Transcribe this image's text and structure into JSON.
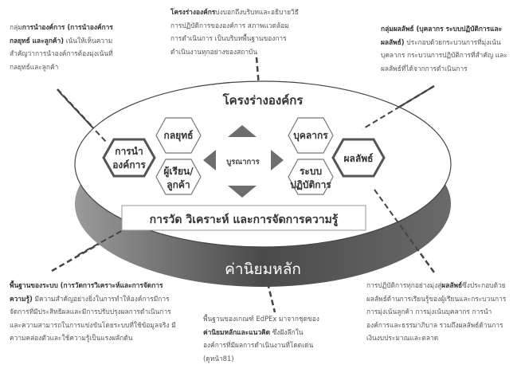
{
  "diagram": {
    "title": "โครงร่างองค์กร",
    "center_label": "บูรณาการ",
    "hexagons": {
      "leadership": [
        "การนำ",
        "องค์การ"
      ],
      "strategy": "กลยุทธ์",
      "customers": [
        "ผู้เรียน/",
        "ลูกค้า"
      ],
      "workforce": "บุคลากร",
      "operations": [
        "ระบบ",
        "ปฏิบัติการ"
      ],
      "results": "ผลลัพธ์"
    },
    "foundation_box": "การวัด วิเคราะห์ และการจัดการความรู้",
    "base_label": "ค่านิยมหลัก"
  },
  "notes": {
    "top_left": {
      "lead": "กลุ่ม",
      "bold": "การนำองค์การ (การนำองค์การ กลยุทธ์ และลูกค้า)",
      "text": " เน้นให้เห็นความสำคัญว่าการนำองค์การต้องมุ่งเน้นที่กลยุทธ์และลูกค้า"
    },
    "top_center": {
      "bold": "โครงร่างองค์กร",
      "text": "บ่งบอกถึงบริบทและอธิบายวิธีการปฏิบัติการขององค์การ สภาพแวดล้อมการดำเนินการ เป็นบริบทพื้นฐานของการดำเนินงานทุกอย่างของสถาบัน"
    },
    "top_right": {
      "bold": "กลุ่มผลลัพธ์ (บุคลากร ระบบปฏิบัติการและผลลัพธ์)",
      "text": " ประกอบด้วยกระบวนการที่มุ่งเน้นบุคลากร กระบวนการปฏิบัติการที่สำคัญ และผลลัพธ์ที่ได้จากการดำเนินการ"
    },
    "bottom_left": {
      "bold": "พื้นฐานของระบบ (การวัดการวิเคราะห์และการจัดการความรู้)",
      "text": " มีความสำคัญอย่างยิ่งในการทำให้องค์การมีการจัดการที่มีประสิทธิผลและมีการปรับปรุงผลการดำเนินการและความสามารถในการแข่งขันโดยระบบที่ใช้ข้อมูลจริง มีความคล่องตัวและใช้ความรู้เป็นแรงผลักดัน"
    },
    "bottom_center": {
      "lead": "พื้นฐานของเกณฑ์ EdPEx มาจากชุดของ",
      "bold": "ค่านิยมหลักและแนวคิด",
      "text": " ซึ่งฝังลึกในองค์การที่มีผลการดำเนินงานที่โดดเด่น (ดูหน้า81)"
    },
    "bottom_right": {
      "lead": "การปฏิบัติการทุกอย่างมุ่งสู่",
      "bold": "ผลลัพธ์",
      "text": "ซึ่งประกอบด้วยผลลัพธ์ด้านการเรียนรู้ของผู้เรียนและกระบวนการ การมุ่งเน้นลูกค้า การมุ่งเน้นบุคลากร การนำองค์การและธรรมาภิบาล รวมถึงผลลัพธ์ด้านการเงินงบประมาณและตลาด"
    }
  },
  "colors": {
    "base_dark": "#555555",
    "hex_border": "#666666",
    "triangle": "#6e6e6e"
  }
}
